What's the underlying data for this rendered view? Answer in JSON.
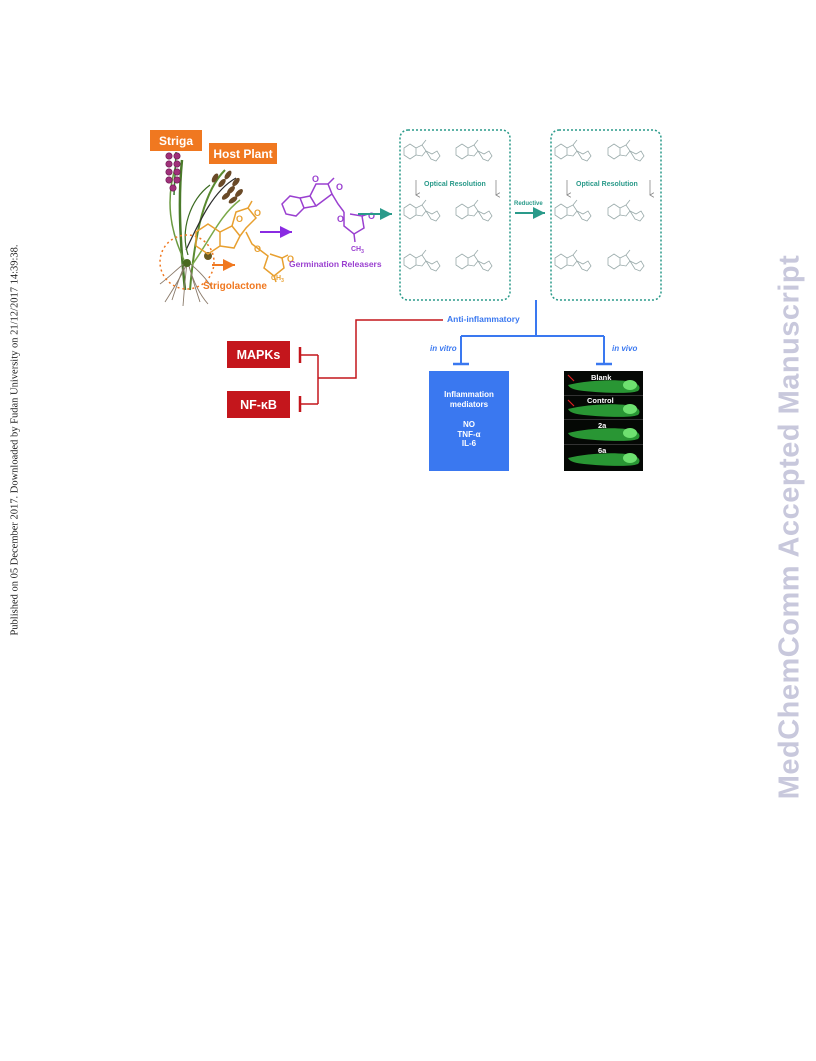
{
  "sidebar_left": {
    "text": "Published on 05 December 2017. Downloaded by Fudan University on 21/12/2017 14:39:38."
  },
  "watermark": {
    "text": "MedChemComm Accepted Manuscript"
  },
  "figure": {
    "striga": "Striga",
    "host_plant": "Host Plant",
    "strigolactone": "Strigolactone",
    "germination_releasers": "Germination Releasers",
    "ch3_a": "CH",
    "ch3_b": "CH",
    "optical_resolution_1": "Optical Resolution",
    "optical_resolution_2": "Optical Resolution",
    "reductive": "Reductive",
    "anti_inflammatory": "Anti-inflammatory",
    "in_vitro": "in vitro",
    "in_vivo": "in vivo",
    "mapks": "MAPKs",
    "nfkb": "NF-κB",
    "mediators_title_1": "Inflammation",
    "mediators_title_2": "mediators",
    "mediator_no": "NO",
    "mediator_tnf": "TNF-α",
    "mediator_il6": "IL-6",
    "fish_labels": [
      "Blank",
      "Control",
      "2a",
      "6a"
    ]
  },
  "colors": {
    "orange": "#f07820",
    "red": "#c4161c",
    "purple": "#8a2be2",
    "teal": "#2a9a8a",
    "blue": "#3a78f0",
    "watermark": "#c8c8dc"
  }
}
